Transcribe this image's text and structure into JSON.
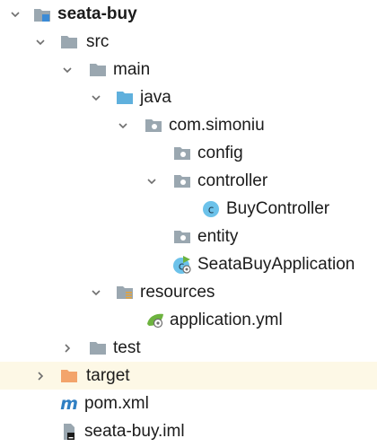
{
  "tree": {
    "items": [
      {
        "label": "seata-buy",
        "icon": "module-folder-icon",
        "expanded": true
      },
      {
        "label": "src",
        "icon": "folder-icon",
        "expanded": true
      },
      {
        "label": "main",
        "icon": "folder-icon",
        "expanded": true
      },
      {
        "label": "java",
        "icon": "source-folder-icon",
        "expanded": true
      },
      {
        "label": "com.simoniu",
        "icon": "package-icon",
        "expanded": true
      },
      {
        "label": "config",
        "icon": "package-icon",
        "expanded": false
      },
      {
        "label": "controller",
        "icon": "package-icon",
        "expanded": true
      },
      {
        "label": "BuyController",
        "icon": "java-class-icon"
      },
      {
        "label": "entity",
        "icon": "package-icon",
        "expanded": false
      },
      {
        "label": "SeataBuyApplication",
        "icon": "spring-boot-class-icon"
      },
      {
        "label": "resources",
        "icon": "resources-folder-icon",
        "expanded": true
      },
      {
        "label": "application.yml",
        "icon": "spring-yml-icon"
      },
      {
        "label": "test",
        "icon": "folder-icon",
        "expanded": false
      },
      {
        "label": "target",
        "icon": "excluded-folder-icon",
        "expanded": false
      },
      {
        "label": "pom.xml",
        "icon": "maven-icon"
      },
      {
        "label": "seata-buy.iml",
        "icon": "iml-file-icon"
      }
    ]
  },
  "colors": {
    "folder": "#9aa7b0",
    "source_folder": "#5fb0dd",
    "excluded_folder": "#f3a46b",
    "class_icon": "#6cc2ea",
    "spring_green": "#6db33f",
    "maven": "#2f7fc3",
    "target_row_bg": "#fdf8e6"
  }
}
